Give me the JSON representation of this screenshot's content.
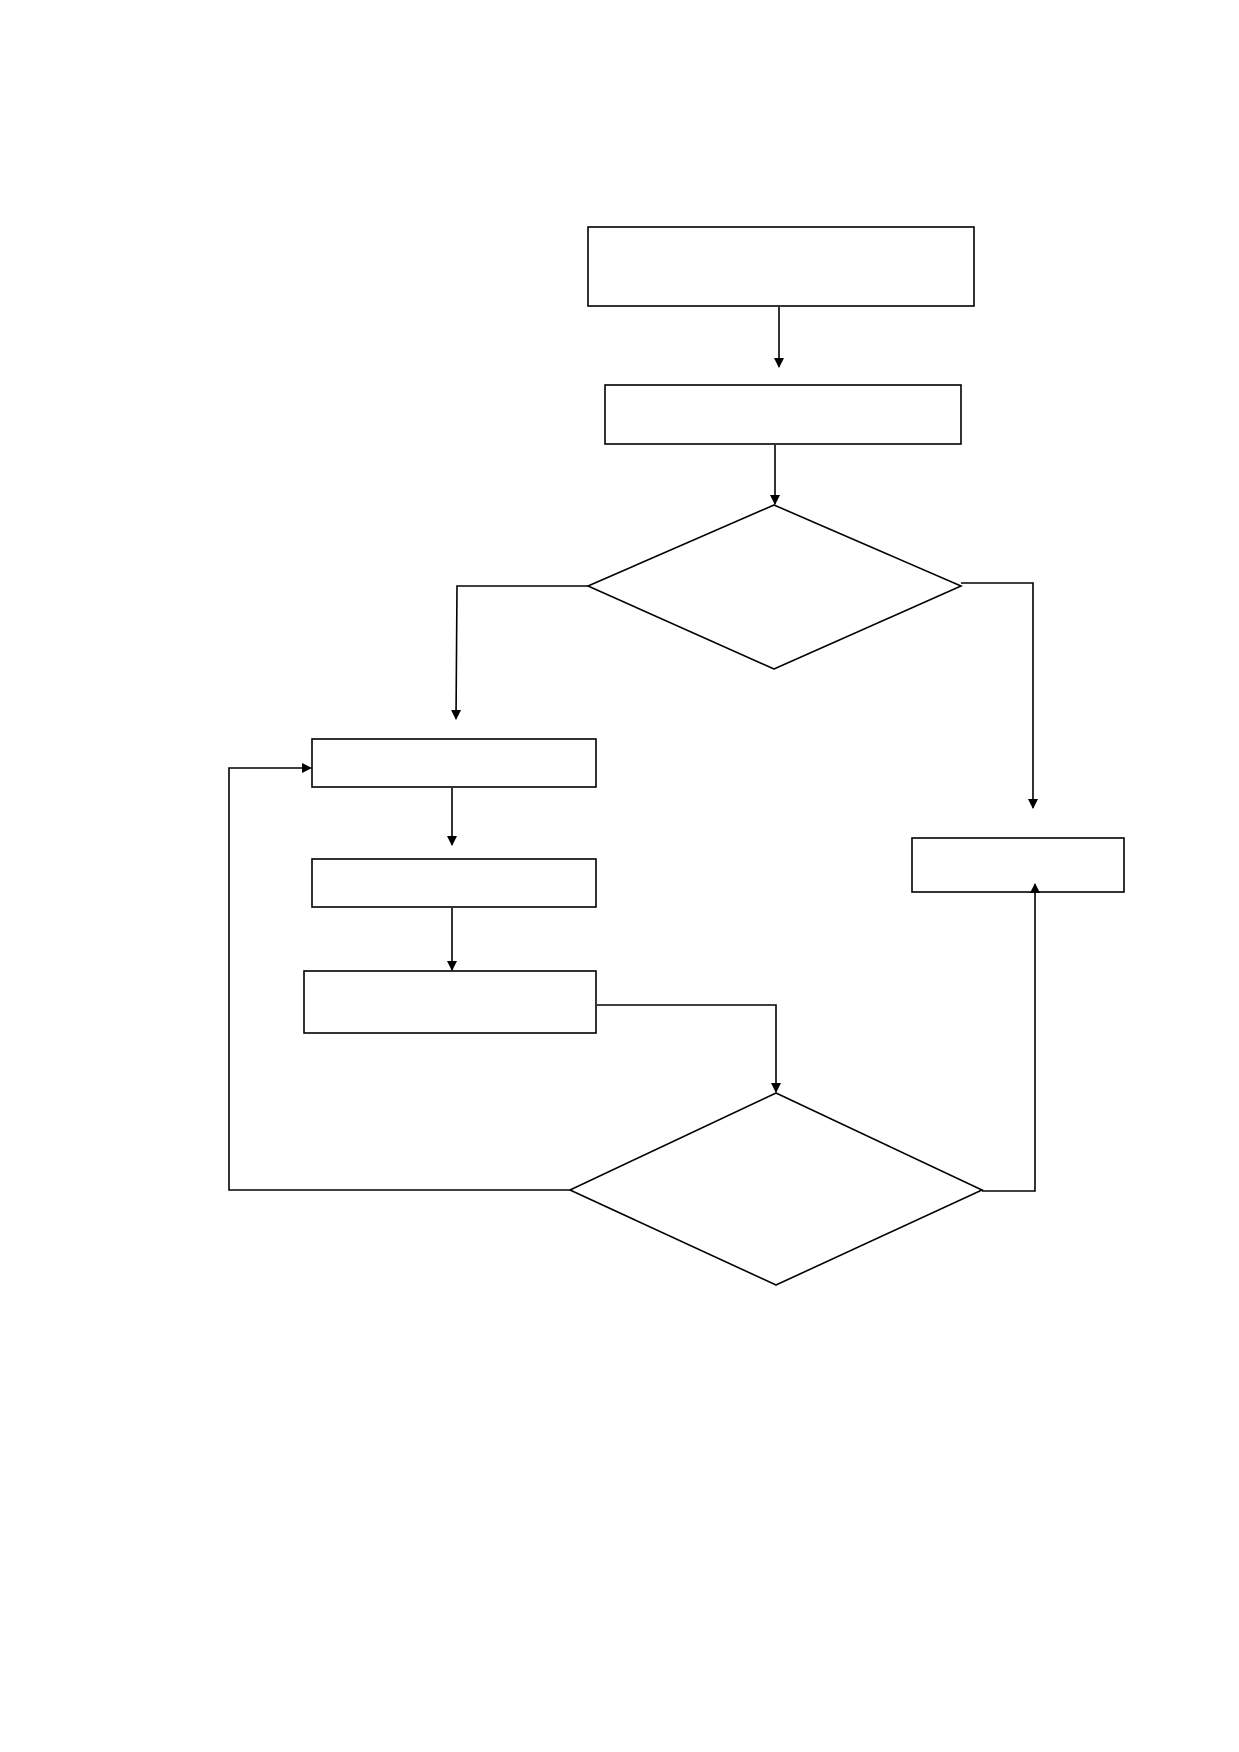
{
  "diagram": {
    "type": "flowchart",
    "nodes": [
      {
        "id": "start-box",
        "shape": "rectangle",
        "label": ""
      },
      {
        "id": "step-box-1",
        "shape": "rectangle",
        "label": ""
      },
      {
        "id": "decision-1",
        "shape": "diamond",
        "label": ""
      },
      {
        "id": "loop-step-a",
        "shape": "rectangle",
        "label": ""
      },
      {
        "id": "loop-step-b",
        "shape": "rectangle",
        "label": ""
      },
      {
        "id": "loop-step-c",
        "shape": "rectangle",
        "label": ""
      },
      {
        "id": "decision-2",
        "shape": "diamond",
        "label": ""
      },
      {
        "id": "end-box",
        "shape": "rectangle",
        "label": ""
      }
    ],
    "edges": [
      {
        "from": "start-box",
        "to": "step-box-1",
        "label": ""
      },
      {
        "from": "step-box-1",
        "to": "decision-1",
        "label": ""
      },
      {
        "from": "decision-1",
        "to": "loop-step-a",
        "label": ""
      },
      {
        "from": "decision-1",
        "to": "end-box",
        "label": ""
      },
      {
        "from": "loop-step-a",
        "to": "loop-step-b",
        "label": ""
      },
      {
        "from": "loop-step-b",
        "to": "loop-step-c",
        "label": ""
      },
      {
        "from": "loop-step-c",
        "to": "decision-2",
        "label": ""
      },
      {
        "from": "decision-2",
        "to": "loop-step-a",
        "label": ""
      },
      {
        "from": "decision-2",
        "to": "end-box",
        "label": ""
      }
    ],
    "colors": {
      "stroke": "#000000",
      "fill": "#ffffff",
      "background": "#ffffff"
    }
  }
}
